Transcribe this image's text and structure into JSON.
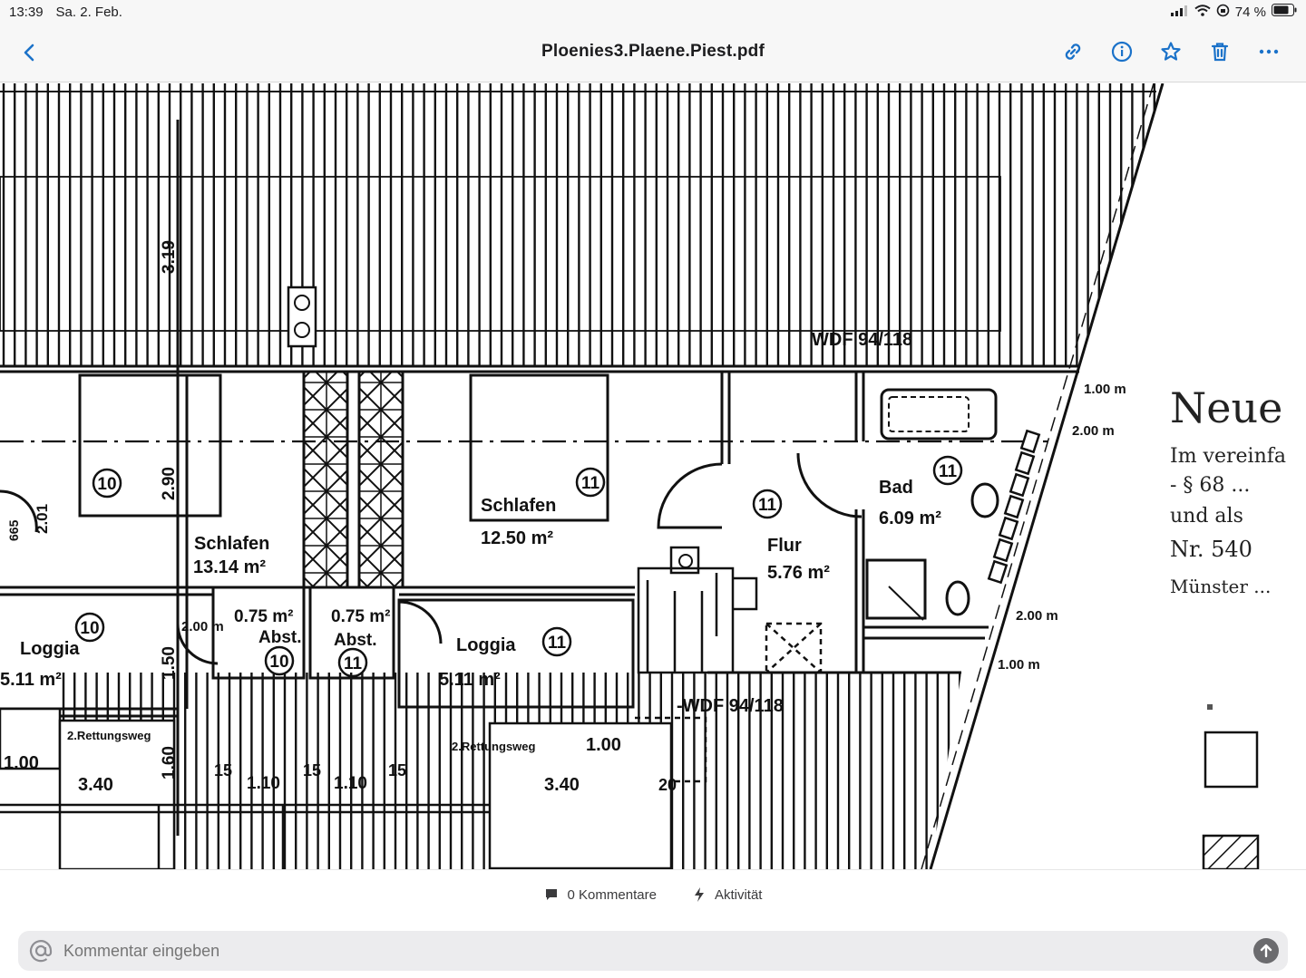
{
  "status": {
    "time": "13:39",
    "date": "Sa. 2. Feb.",
    "battery": "74 %"
  },
  "nav": {
    "title": "Ploenies3.Plaene.Piest.pdf"
  },
  "icons": {
    "back": "chevron-left-icon",
    "link": "link-icon",
    "info": "info-icon",
    "star": "star-icon",
    "trash": "trash-icon",
    "more": "ellipsis-icon",
    "grid": "grid-icon",
    "search": "search-icon",
    "cursor": "text-cursor-icon",
    "comment": "comment-icon",
    "activity": "bolt-icon",
    "at": "at-icon",
    "send": "arrow-up-icon"
  },
  "colors": {
    "accent": "#1b72c9",
    "plan_ink": "#111111"
  },
  "plan": {
    "wdf_top": "WDF 94/118",
    "wdf_bottom": "-WDF 94/118",
    "rooms": [
      {
        "name": "Schlafen",
        "area": "13.14 m²",
        "num": "10"
      },
      {
        "name": "Schlafen",
        "area": "12.50 m²",
        "num": "11"
      },
      {
        "name": "Flur",
        "area": "5.76 m²",
        "num": "11"
      },
      {
        "name": "Bad",
        "area": "6.09 m²",
        "num": "11"
      },
      {
        "name": "Loggia",
        "area": "5.11 m²",
        "num": "10"
      },
      {
        "name": "Loggia",
        "area": "5.11 m²",
        "num": "11"
      },
      {
        "name": "Abst.",
        "area": "0.75 m²",
        "num": "10"
      },
      {
        "name": "Abst.",
        "area": "0.75 m²",
        "num": "11"
      }
    ],
    "room_num_left": "10",
    "dims": {
      "d319": "3.19",
      "d290": "2.90",
      "d201": "2.01",
      "d665": "665",
      "d150": "1.50",
      "d160": "1.60",
      "d200a": "2.00 m",
      "d100r": "1.00 m",
      "d200r": "2.00 m",
      "d200r2": "2.00 m",
      "d100r2": "1.00 m",
      "d100a": "1.00",
      "d100b": "1.00",
      "d340a": "3.40",
      "d340b": "3.40",
      "d15a": "15",
      "d110a": "1.10",
      "d15b": "15",
      "d110b": "1.10",
      "d15c": "15",
      "d20": "20"
    },
    "rettung1": "2.Rettungsweg",
    "rettung2": "2.Rettungsweg",
    "margin_notes": [
      "Neue",
      "Im vereinfa",
      "- § 68 ...",
      "und als",
      "Nr. 540",
      "Münster ..."
    ]
  },
  "tabs": {
    "comments": "0 Kommentare",
    "activity": "Aktivität"
  },
  "composer": {
    "placeholder": "Kommentar eingeben"
  }
}
